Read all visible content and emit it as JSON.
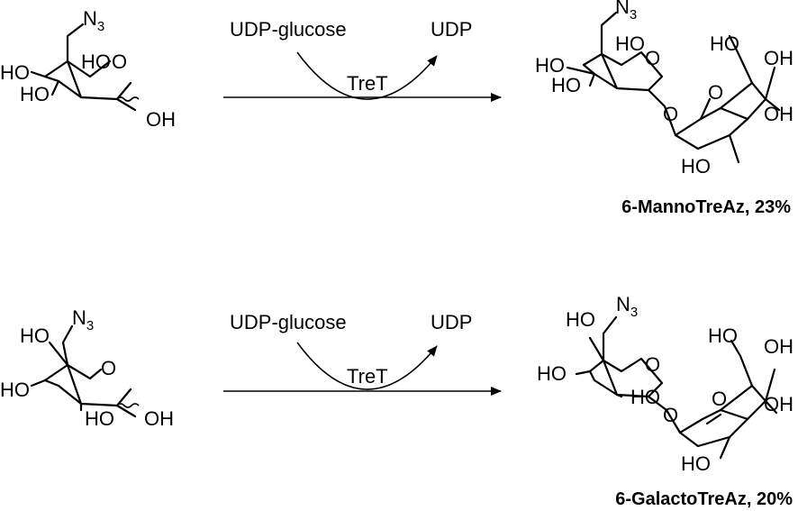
{
  "atoms": {
    "azide": "N",
    "azide_count": "3",
    "hydroxyl": "HO",
    "hydroxyl_right": "OH",
    "ring_oxygen": "O"
  },
  "reaction1": {
    "donor": "UDP-glucose",
    "byproduct": "UDP",
    "enzyme": "TreT",
    "product_label": "6-MannoTreAz, 23%"
  },
  "reaction2": {
    "donor": "UDP-glucose",
    "byproduct": "UDP",
    "enzyme": "TreT",
    "product_label": "6-GalactoTreAz, 20%"
  },
  "colors": {
    "ink": "#000000",
    "background": "#ffffff"
  }
}
